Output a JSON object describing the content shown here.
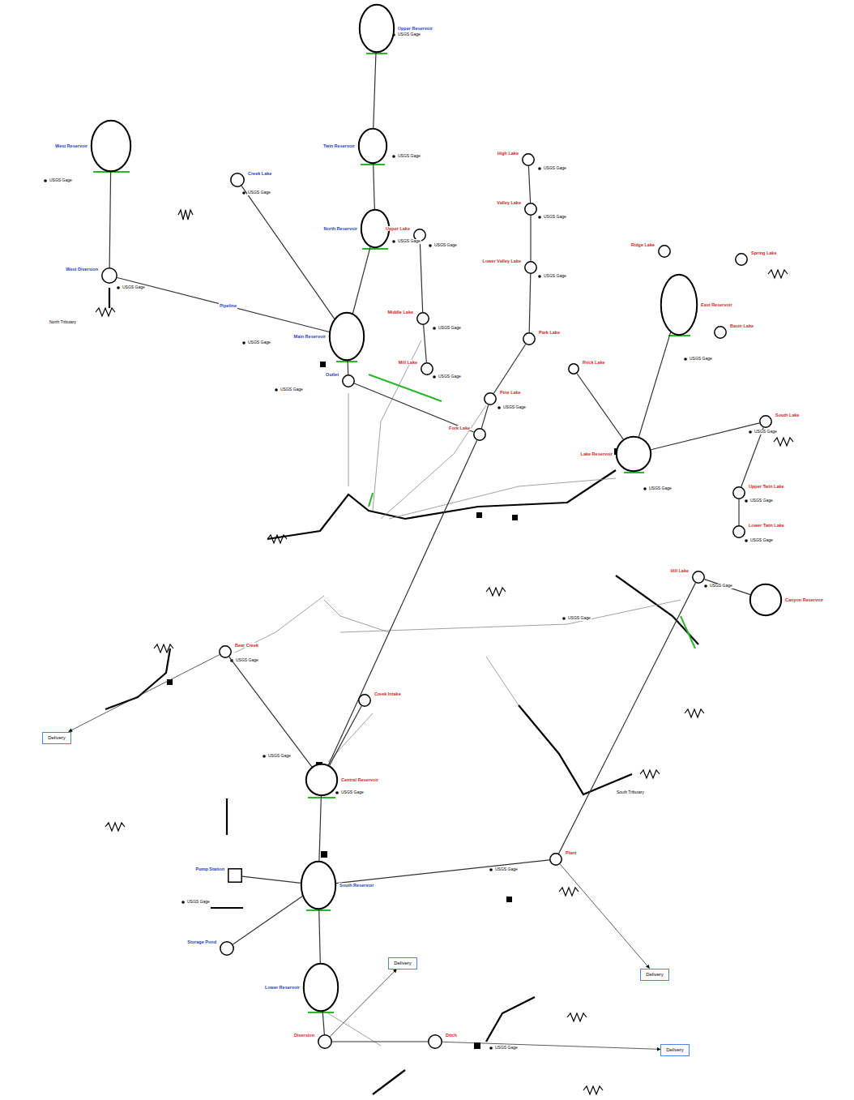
{
  "diagram": {
    "nodes": [
      {
        "text": [
          "Upper Reservoir"
        ]
      },
      {
        "text": [
          "Twin Reservoir"
        ]
      },
      {
        "text": [
          "North Reservoir"
        ]
      },
      {
        "text": [
          "West Reservoir"
        ]
      },
      {
        "text": [
          "West Diversion"
        ]
      },
      {
        "text": [
          "Creek Lake"
        ]
      },
      {
        "text": [
          "Main Reservoir"
        ]
      },
      {
        "text": [
          "Outlet"
        ]
      },
      {
        "text": [
          "Upper Lake"
        ]
      },
      {
        "text": [
          "Middle Lake"
        ]
      },
      {
        "text": [
          "High Lake"
        ]
      },
      {
        "text": [
          "Valley Lake"
        ]
      },
      {
        "text": [
          "Lower Valley Lake"
        ]
      },
      {
        "text": [
          "Mill Lake"
        ]
      },
      {
        "text": [
          "Park Lake"
        ]
      },
      {
        "text": [
          "Pine Lake"
        ]
      },
      {
        "text": [
          "Fork Lake"
        ]
      },
      {
        "text": [
          "Rock Lake"
        ]
      },
      {
        "text": [
          "East Reservoir"
        ]
      },
      {
        "text": [
          "Ridge Lake"
        ]
      },
      {
        "text": [
          "Spring Lake"
        ]
      },
      {
        "text": [
          "Basin Lake"
        ]
      },
      {
        "text": [
          "Lake Reservoir"
        ]
      },
      {
        "text": [
          "South Lake"
        ]
      },
      {
        "text": [
          "Upper Twin Lake"
        ]
      },
      {
        "text": [
          "Lower Twin Lake"
        ]
      },
      {
        "text": [
          "Hill Lake"
        ]
      },
      {
        "text": [
          "Canyon Reservoir"
        ]
      },
      {
        "text": [
          "Bear Creek"
        ]
      },
      {
        "text": [
          "Creek Intake"
        ]
      },
      {
        "text": [
          "Central Reservoir"
        ]
      },
      {
        "text": [
          "Pump Station"
        ]
      },
      {
        "text": [
          "South Reservoir"
        ]
      },
      {
        "text": [
          "Storage Pond"
        ]
      },
      {
        "text": [
          "Plant"
        ]
      },
      {
        "text": [
          "Lower Reservoir"
        ]
      },
      {
        "text": [
          "Diversion"
        ]
      },
      {
        "text": [
          "Ditch"
        ]
      },
      {
        "text": [
          "Delivery"
        ]
      },
      {
        "text": [
          "Delivery"
        ]
      },
      {
        "text": [
          "Delivery"
        ]
      },
      {
        "text": [
          "Delivery"
        ]
      }
    ],
    "edges": [
      {
        "from": 0,
        "to": 1,
        "arrow": "none"
      },
      {
        "from": 1,
        "to": 2,
        "arrow": "none"
      },
      {
        "from": 2,
        "to": 6,
        "arrow": "none"
      },
      {
        "from": 3,
        "to": 4,
        "arrow": "none"
      },
      {
        "from": 4,
        "to": 6,
        "arrow": "none",
        "label": "Pipeline"
      },
      {
        "from": 5,
        "to": 6,
        "arrow": "none"
      },
      {
        "from": 6,
        "to": 7,
        "arrow": "none"
      },
      {
        "from": 8,
        "to": 9,
        "arrow": "none"
      },
      {
        "from": 9,
        "to": 13,
        "arrow": "none"
      },
      {
        "from": 10,
        "to": 11,
        "arrow": "none"
      },
      {
        "from": 11,
        "to": 12,
        "arrow": "none"
      },
      {
        "from": 12,
        "to": 14,
        "arrow": "none"
      },
      {
        "from": 14,
        "to": 15,
        "arrow": "none"
      },
      {
        "from": 15,
        "to": 16,
        "arrow": "none"
      },
      {
        "from": 7,
        "to": 16,
        "arrow": "none"
      },
      {
        "from": 17,
        "to": 22,
        "arrow": "none"
      },
      {
        "from": 18,
        "to": 22,
        "arrow": "none"
      },
      {
        "from": 22,
        "to": 23,
        "arrow": "none"
      },
      {
        "from": 23,
        "to": 24,
        "arrow": "none"
      },
      {
        "from": 24,
        "to": 25,
        "arrow": "none"
      },
      {
        "from": 26,
        "to": 27,
        "arrow": "none"
      },
      {
        "from": 28,
        "to": 30,
        "arrow": "none"
      },
      {
        "from": 29,
        "to": 30,
        "arrow": "none"
      },
      {
        "from": 30,
        "to": 32,
        "arrow": "none"
      },
      {
        "from": 31,
        "to": 32,
        "arrow": "none"
      },
      {
        "from": 33,
        "to": 32,
        "arrow": "none"
      },
      {
        "from": 32,
        "to": 34,
        "arrow": "none"
      },
      {
        "from": 32,
        "to": 35,
        "arrow": "none"
      },
      {
        "from": 35,
        "to": 36,
        "arrow": "none"
      },
      {
        "from": 36,
        "to": 37,
        "arrow": "none"
      },
      {
        "from": 37,
        "to": 41,
        "arrow": "to"
      },
      {
        "from": 36,
        "to": 39,
        "arrow": "to"
      },
      {
        "from": 34,
        "to": 40,
        "arrow": "to"
      },
      {
        "from": 28,
        "to": 38,
        "arrow": "to"
      },
      {
        "from": 16,
        "to": 30,
        "arrow": "none"
      },
      {
        "from": 26,
        "to": 34,
        "arrow": "none"
      }
    ],
    "labels": [
      "USGS Gage",
      "USGS Gage",
      "USGS Gage",
      "USGS Gage",
      "USGS Gage",
      "USGS Gage",
      "USGS Gage",
      "USGS Gage",
      "USGS Gage",
      "USGS Gage",
      "USGS Gage",
      "USGS Gage",
      "USGS Gage",
      "USGS Gage",
      "USGS Gage",
      "USGS Gage",
      "USGS Gage",
      "USGS Gage",
      "USGS Gage",
      "USGS Gage",
      "USGS Gage",
      "USGS Gage",
      "USGS Gage",
      "USGS Gage",
      "USGS Gage",
      "USGS Gage",
      "USGS Gage",
      "USGS Gage",
      "North Tributary",
      "South Tributary"
    ]
  }
}
